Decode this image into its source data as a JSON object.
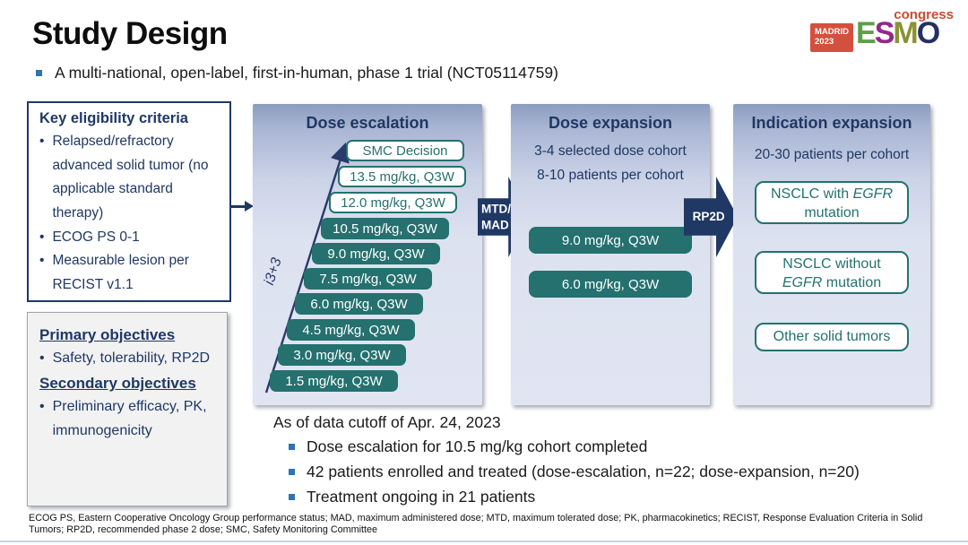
{
  "slide": {
    "title": "Study Design",
    "subtitle": "A multi-national, open-label, first-in-human, phase 1 trial (NCT05114759)"
  },
  "logo": {
    "location": "MADRID",
    "year": "2023",
    "letters": {
      "e": "E",
      "s": "S",
      "m": "M",
      "o": "O"
    },
    "congress": "congress"
  },
  "eligibility": {
    "title": "Key eligibility criteria",
    "items": [
      "Relapsed/refractory advanced solid tumor (no applicable standard therapy)",
      "ECOG PS 0-1",
      "Measurable lesion per RECIST v1.1"
    ]
  },
  "objectives": {
    "primary_title": "Primary objectives",
    "primary_item": "Safety, tolerability, RP2D",
    "secondary_title": "Secondary objectives",
    "secondary_item": "Preliminary efficacy, PK, immunogenicity"
  },
  "dose_escalation": {
    "title": "Dose escalation",
    "method_label": "i3+3",
    "levels": [
      {
        "label": "SMC Decision",
        "style": "outline"
      },
      {
        "label": "13.5 mg/kg, Q3W",
        "style": "outline"
      },
      {
        "label": "12.0 mg/kg, Q3W",
        "style": "outline"
      },
      {
        "label": "10.5 mg/kg, Q3W",
        "style": "filled"
      },
      {
        "label": "9.0 mg/kg, Q3W",
        "style": "filled"
      },
      {
        "label": "7.5 mg/kg, Q3W",
        "style": "filled"
      },
      {
        "label": "6.0 mg/kg, Q3W",
        "style": "filled"
      },
      {
        "label": "4.5 mg/kg, Q3W",
        "style": "filled"
      },
      {
        "label": "3.0 mg/kg, Q3W",
        "style": "filled"
      },
      {
        "label": "1.5 mg/kg, Q3W",
        "style": "filled"
      }
    ]
  },
  "arrows": {
    "mtd_mad_line1": "MTD/",
    "mtd_mad_line2": "MAD",
    "rp2d": "RP2D"
  },
  "dose_expansion": {
    "title": "Dose expansion",
    "notes": [
      "3-4 selected dose cohort",
      "8-10 patients per cohort"
    ],
    "cohorts": [
      "9.0 mg/kg, Q3W",
      "6.0 mg/kg, Q3W"
    ]
  },
  "indication_expansion": {
    "title": "Indication expansion",
    "note": "20-30 patients per cohort",
    "cohorts": [
      {
        "prefix": "NSCLC with ",
        "italic": "EGFR",
        "suffix": " mutation"
      },
      {
        "prefix": "NSCLC without ",
        "italic": "EGFR",
        "suffix": " mutation"
      },
      {
        "prefix": "Other solid tumors",
        "italic": "",
        "suffix": ""
      }
    ]
  },
  "summary": {
    "cutoff": "As of data cutoff of Apr. 24, 2023",
    "bullets": [
      "Dose escalation for 10.5 mg/kg cohort completed",
      "42 patients enrolled and treated (dose-escalation, n=22; dose-expansion, n=20)",
      "Treatment ongoing in 21 patients"
    ]
  },
  "footnote": "ECOG PS, Eastern Cooperative Oncology Group performance status; MAD, maximum administered dose; MTD, maximum tolerated dose; PK, pharmacokinetics;  RECIST, Response Evaluation Criteria in Solid Tumors; RP2D, recommended phase 2 dose; SMC, Safety Monitoring Committee",
  "colors": {
    "navy": "#1F3864",
    "teal": "#24716F",
    "bullet_blue": "#2E74B5",
    "logo_red": "#D4503E",
    "esmo_e": "#5F9E48",
    "esmo_s": "#95278B",
    "esmo_m": "#8A9231",
    "esmo_o": "#262F63"
  }
}
